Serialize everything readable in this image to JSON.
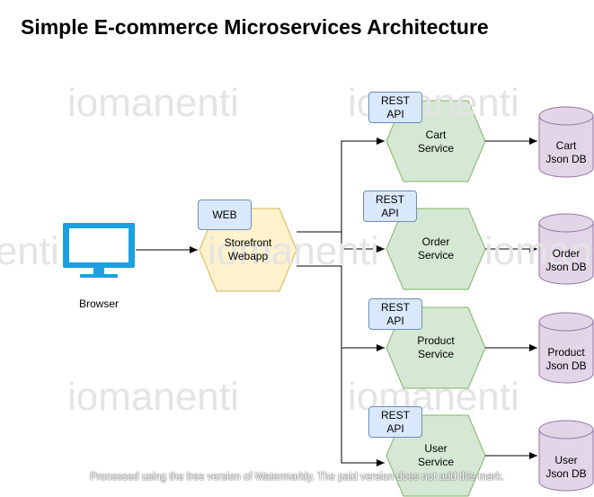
{
  "title": "Simple E-commerce Microservices Architecture",
  "watermark": {
    "text": "iomanenti",
    "footer": "Processed using the free version of Watermarkly. The paid version does not add this mark."
  },
  "browser": {
    "label": "Browser",
    "icon": "monitor-icon",
    "color": "#1ba1e2"
  },
  "webapp": {
    "label_line1": "Storefront",
    "label_line2": "Webapp",
    "tag": "WEB"
  },
  "services": [
    {
      "line1": "Cart",
      "line2": "Service",
      "tag_line1": "REST",
      "tag_line2": "API",
      "db_line1": "Cart",
      "db_line2": "Json DB"
    },
    {
      "line1": "Order",
      "line2": "Service",
      "tag_line1": "REST",
      "tag_line2": "API",
      "db_line1": "Order",
      "db_line2": "Json DB"
    },
    {
      "line1": "Product",
      "line2": "Service",
      "tag_line1": "REST",
      "tag_line2": "API",
      "db_line1": "Product",
      "db_line2": "Json DB"
    },
    {
      "line1": "User",
      "line2": "Service",
      "tag_line1": "REST",
      "tag_line2": "API",
      "db_line1": "User",
      "db_line2": "Json DB"
    }
  ],
  "colors": {
    "service_fill": "#d5e8d4",
    "service_stroke": "#82b366",
    "webapp_fill": "#fff2cc",
    "webapp_stroke": "#d6b656",
    "db_fill": "#e1d5e7",
    "db_stroke": "#9673a6",
    "tag_fill": "#dae8fc",
    "tag_stroke": "#6c8ebf"
  }
}
